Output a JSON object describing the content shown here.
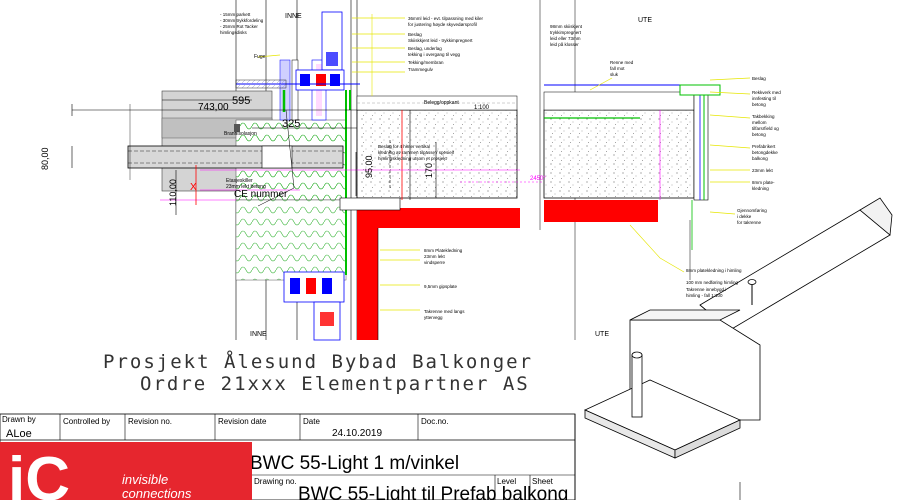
{
  "drawing": {
    "zones": {
      "inside_top": "INNE",
      "outside_top": "UTE",
      "inside_bottom": "INNE",
      "outside_bottom": "UTE"
    },
    "dimensions": {
      "d743": "743,00",
      "d595": "595",
      "d325": "325",
      "d80": "80,00",
      "d110": "110,00",
      "dX": "X",
      "d95": "95,00",
      "d170": "170",
      "scale": "1:100",
      "angle": "2450°",
      "ce": "CE nummer"
    },
    "notes_top_left": [
      "- 15mm parkett",
      "- 30mm trykkfordeling",
      "- 25mm Rot Tacker",
      "  himlingsdisks"
    ],
    "note_fuge": "Fuge",
    "notes_top_center": [
      "36mml leid - evt. tilpassning med kiler",
      "for justering høyde skyvedørsprofil",
      "Beslag",
      "Skiiskkjent leid - trykkimpregnert",
      "Beslag, underlag",
      "tekking i overgang til vegg",
      "Tekking/membran",
      "Trammegulv"
    ],
    "note_belegg": "Belegg/oppkant",
    "notes_mid": [
      "Beslag for 4 hinter vertikal",
      "kledning av rammen tilpasse / spesiell",
      "himlingskledning utsom et prosjekt"
    ],
    "note_brannisolasjon": "Brannisolasjon",
    "note_etasje": [
      "Etasjeskiller",
      "23mm lekt betong"
    ],
    "notes_bottom_center": [
      "8mm Platekledning",
      "23mm lekt",
      "vindsperre",
      "9,5mm gipsplate",
      "Takrenne med langs",
      "yttervegg"
    ],
    "notes_top_right_a": [
      "98mm skiiskjent",
      "trykkimpregnert",
      "leid eller 73mm",
      "leid på klosser"
    ],
    "note_renne": [
      "Renne med",
      "fall mot",
      "sluk"
    ],
    "notes_right": [
      "Beslag",
      "Rekkverk med",
      "innfesting til",
      "betong",
      "Takbekking",
      "mellom",
      "tilfarsrfield og",
      "betong",
      "Prefabrikert",
      "betongdekke",
      "balkong",
      "23mm lekt",
      "8mm plate-",
      "kledning",
      "Gjennomføring",
      "i dekke",
      "for takrenne"
    ],
    "notes_bottom_right": [
      "8mm platekledning i himling",
      "100 mm nedføring himling",
      "Takrenne innebygd i",
      "himling - fall 1:100"
    ],
    "project_line1": "Prosjekt Ålesund Bybad Balkonger",
    "project_line2": "Ordre 21xxx Elementpartner AS"
  },
  "title_block": {
    "drawn_by_label": "Drawn by",
    "drawn_by": "ALoe",
    "controlled_by_label": "Controlled by",
    "revision_no_label": "Revision no.",
    "revision_date_label": "Revision date",
    "date_label": "Date",
    "date": "24.10.2019",
    "doc_no_label": "Doc.no.",
    "title": "BWC 55-Light 1 m/vinkel",
    "drawing_no_label": "Drawing no.",
    "subtitle": "BWC 55-Light til Prefab balkong",
    "level_label": "Level",
    "sheet_label": "Sheet"
  },
  "logo": {
    "mark": "iC",
    "line1": "invisible",
    "line2": "connections"
  },
  "colors": {
    "red": "#ff0000",
    "magenta": "#ff00ff",
    "green": "#00c000",
    "yellow": "#e6e600",
    "blue": "#0000ff",
    "grey": "#d4d4d4"
  }
}
